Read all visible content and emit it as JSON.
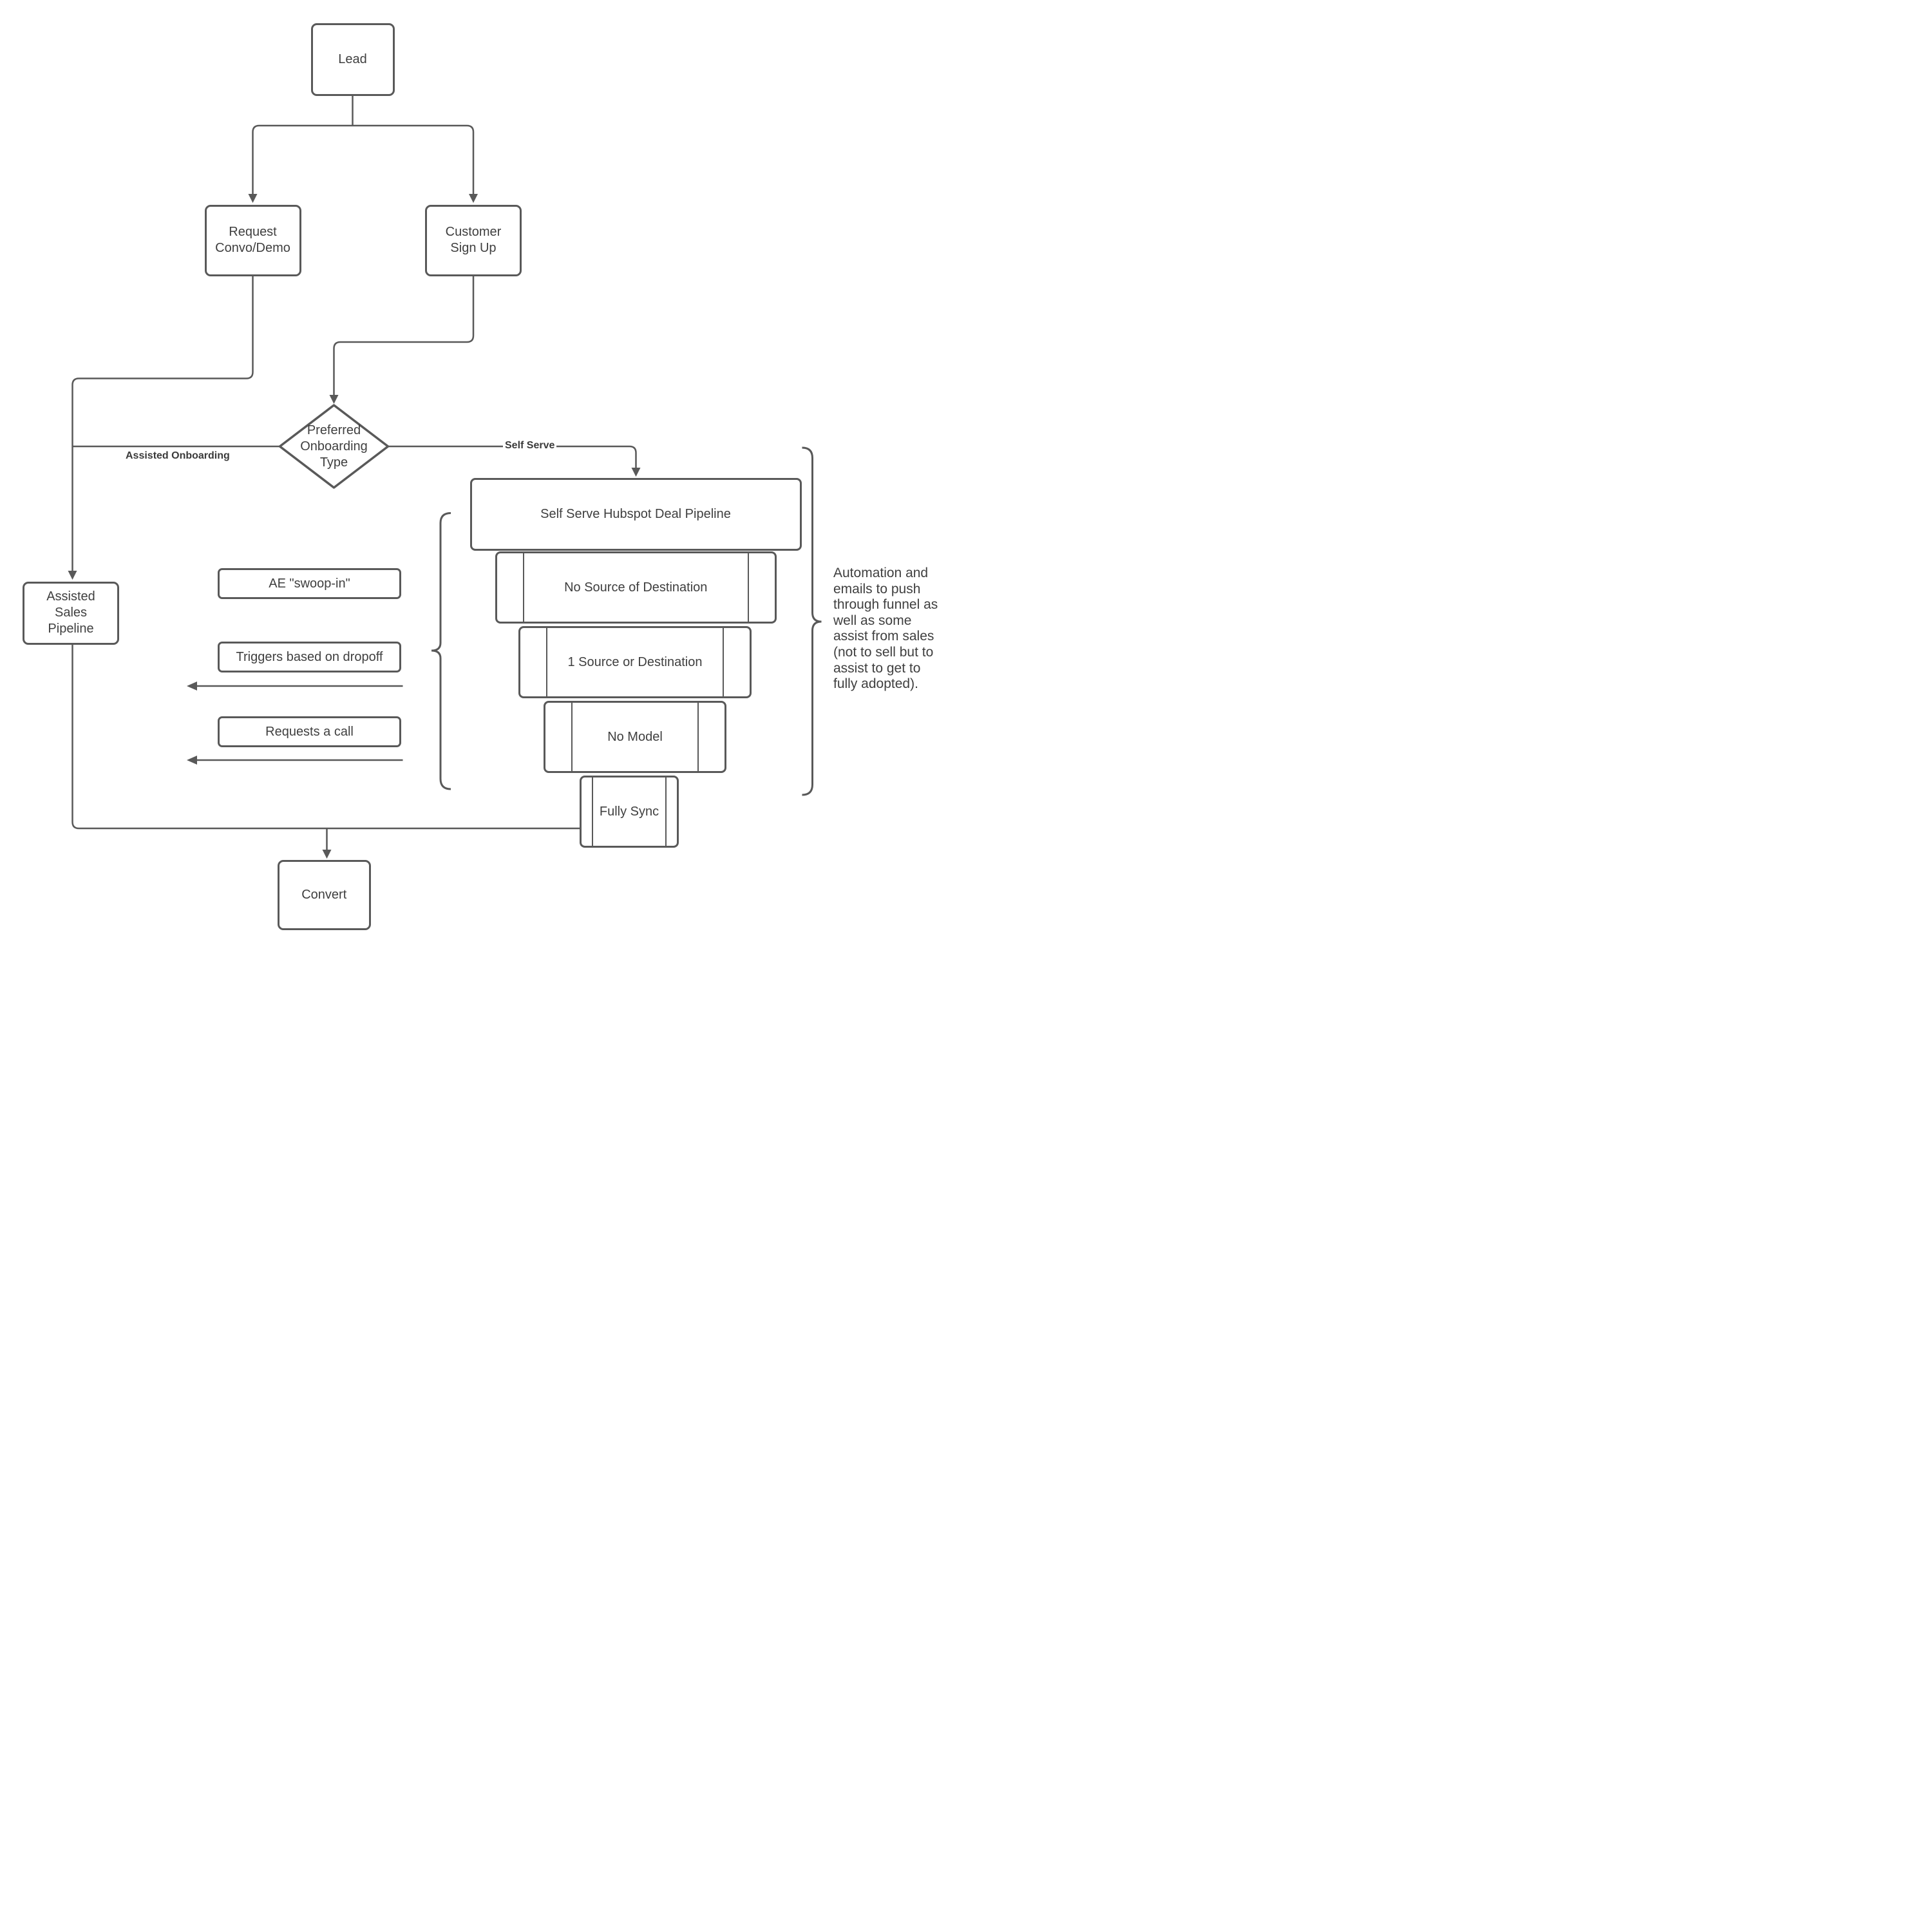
{
  "colors": {
    "stroke": "#595959",
    "text": "#3f3f3f"
  },
  "nodes": {
    "lead": {
      "label": "Lead"
    },
    "request": {
      "label": "Request\nConvo/Demo"
    },
    "signup": {
      "label": "Customer\nSign Up"
    },
    "decision": {
      "label": "Preferred\nOnboarding\nType"
    },
    "assisted_pipeline": {
      "label": "Assisted\nSales\nPipeline"
    },
    "convert": {
      "label": "Convert"
    }
  },
  "edge_labels": {
    "assisted": "Assisted Onboarding",
    "self_serve": "Self Serve"
  },
  "funnel": {
    "pipeline_label": "Self Serve Hubspot Deal Pipeline",
    "stages": [
      {
        "label": "No Source of Destination"
      },
      {
        "label": "1 Source or Destination"
      },
      {
        "label": "No Model"
      },
      {
        "label": "Fully Sync"
      }
    ]
  },
  "interventions": [
    {
      "label": "AE \"swoop-in\""
    },
    {
      "label": "Triggers based on dropoff"
    },
    {
      "label": "Requests a call"
    }
  ],
  "note": "Automation and\nemails to push\nthrough funnel as\nwell as some\nassist from sales\n(not to sell but to\nassist to get to\nfully adopted)."
}
